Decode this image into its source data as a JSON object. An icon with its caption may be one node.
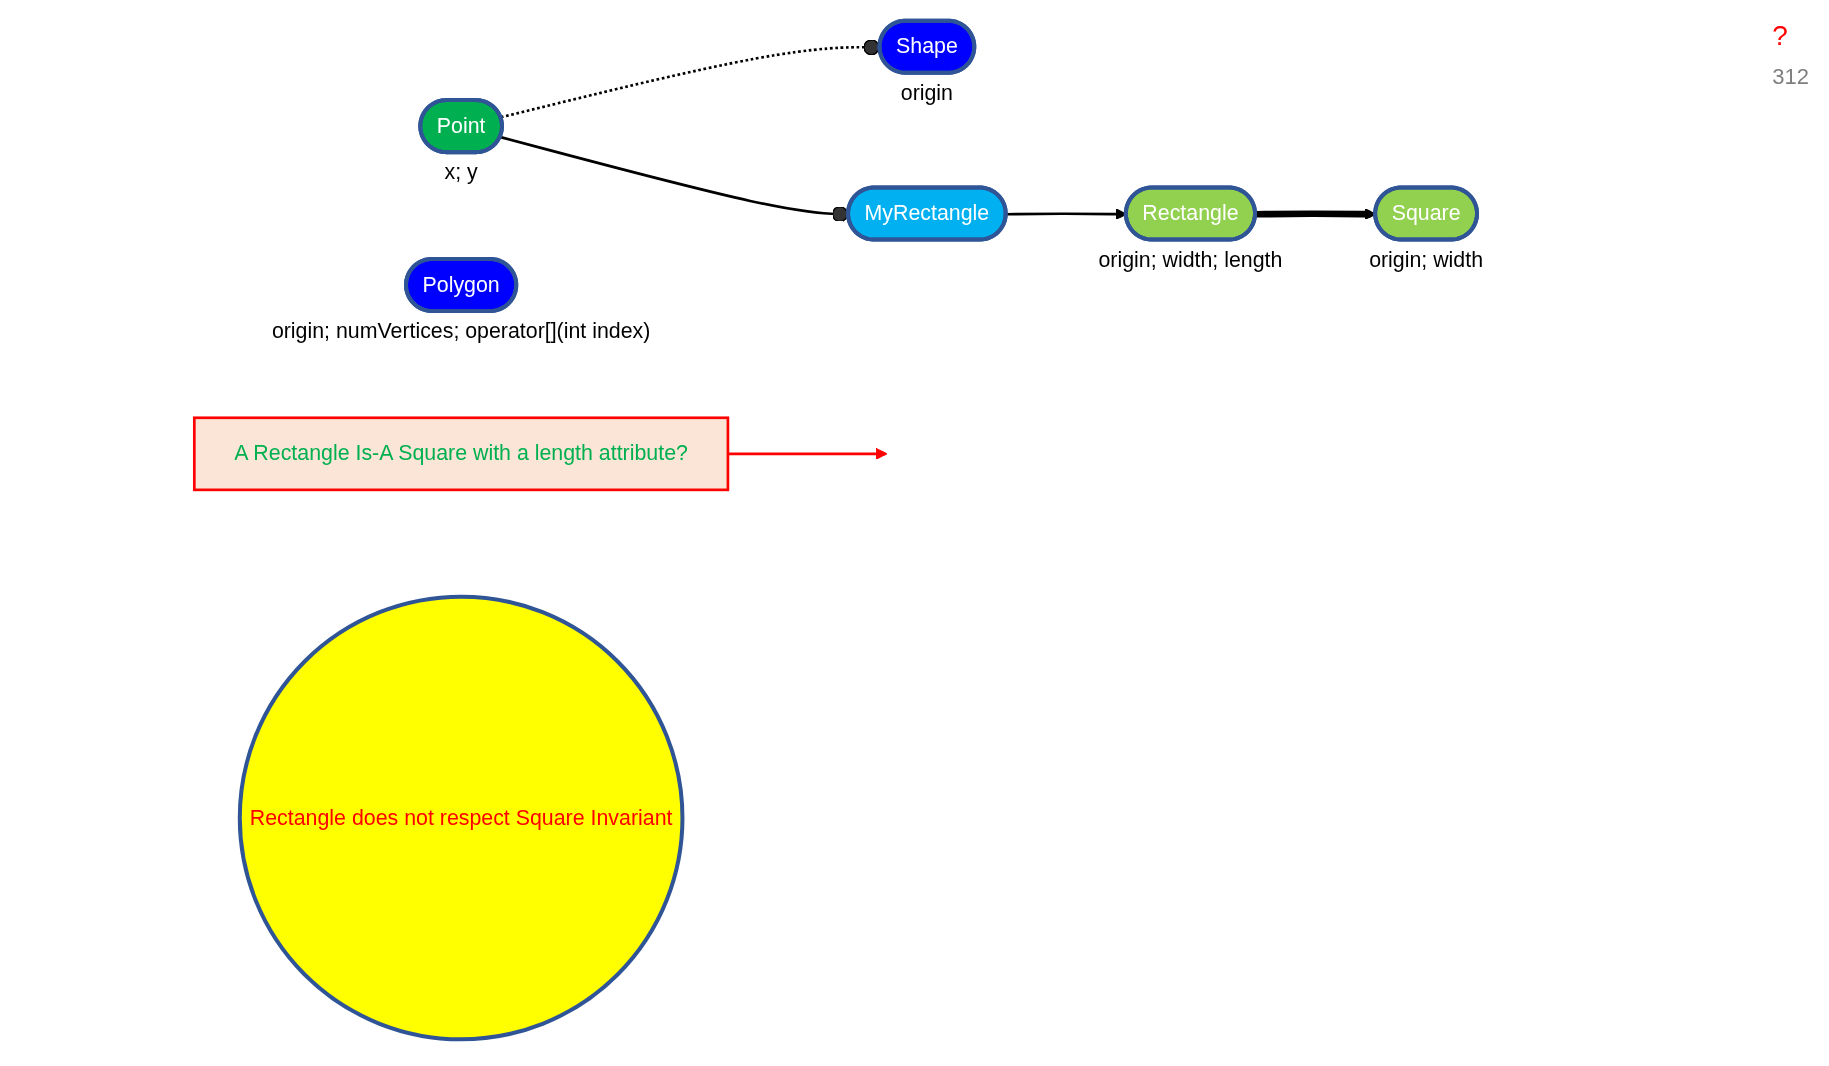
{
  "diagram": {
    "nodes": [
      {
        "text": [
          "Point"
        ],
        "beside": [
          "x; y"
        ]
      },
      {
        "text": [
          "Shape"
        ],
        "beside": [
          "origin"
        ]
      },
      {
        "text": [
          "Polygon"
        ],
        "beside": [
          "origin; numVertices; operator[](int index)"
        ]
      },
      {
        "text": [
          "A Rectangle Is-A Square with a length attribute?"
        ]
      },
      {
        "text": [
          "Square"
        ],
        "beside": [
          "origin; width"
        ]
      },
      {
        "text": [
          "Rectangle"
        ],
        "beside": [
          "origin; width; length"
        ]
      },
      {
        "text": [
          "MyRectangle"
        ]
      },
      {
        "text": [
          "Rectangle does not respect Square Invariant"
        ]
      }
    ],
    "edges": [
      {
        "from": 0,
        "to": 1,
        "arrow": "other",
        "style": "dashed"
      },
      {
        "from": 0,
        "to": 6,
        "arrow": "other"
      },
      {
        "from": 6,
        "to": 5,
        "arrow": "to"
      },
      {
        "from": 5,
        "to": 4,
        "arrow": "to",
        "style": "thick"
      },
      {
        "from": 3,
        "to": null,
        "arrow": "to",
        "color": "#ff0000"
      }
    ],
    "labels": [
      "?",
      "312"
    ]
  }
}
